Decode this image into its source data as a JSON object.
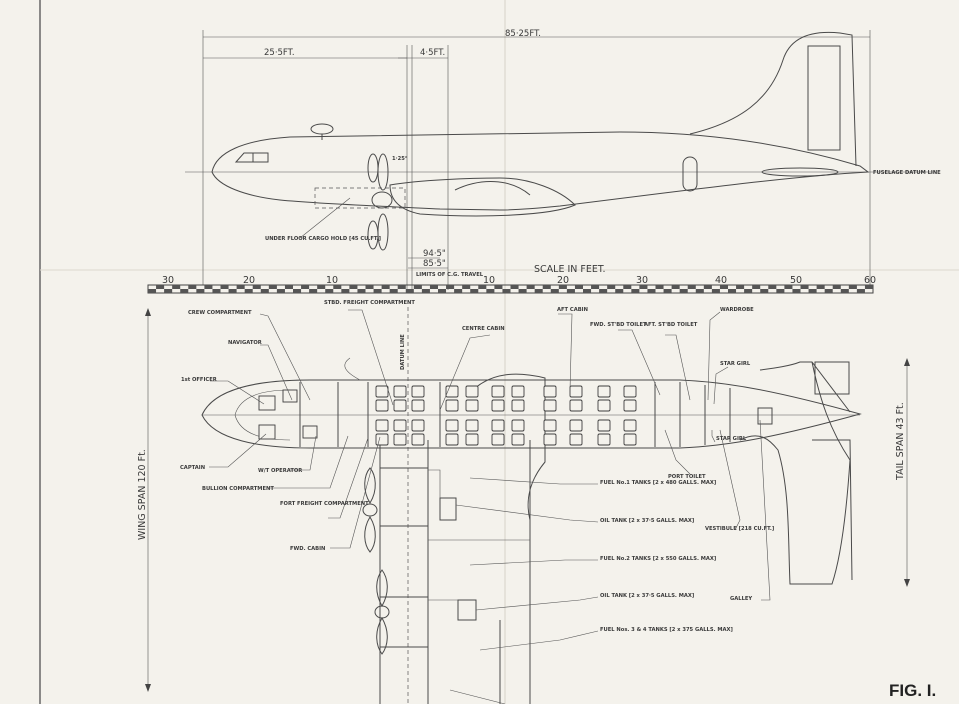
{
  "dimensions": {
    "overall_length": "85·25FT.",
    "nose_to_datum": "25·5FT.",
    "cg_range": "4·5FT.",
    "cg_forward": "94·5\"",
    "cg_aft": "85·5\"",
    "cg_label": "LIMITS OF C.G. TRAVEL",
    "thrust_angle": "1·25°",
    "fuselage_datum": "FUSELAGE DATUM LINE",
    "datum_line": "DATUM LINE",
    "underfloor_cargo": "UNDER FLOOR CARGO HOLD [45 CU.FT.]"
  },
  "scale": {
    "title": "SCALE IN FEET.",
    "ticks": [
      "30",
      "20",
      "10",
      "10",
      "20",
      "30",
      "40",
      "50",
      "60"
    ]
  },
  "spans": {
    "wing": "WING SPAN 120 Ft.",
    "tail": "TAIL SPAN 43 Ft."
  },
  "plan_labels": {
    "crew_compartment": "CREW COMPARTMENT",
    "navigator": "NAVIGATOR",
    "first_officer": "1st OFFICER",
    "captain": "CAPTAIN",
    "wt_operator": "W/T OPERATOR",
    "bullion_compartment": "BULLION COMPARTMENT",
    "fwd_freight": "FORT FREIGHT COMPARTMENT",
    "fwd_cabin": "FWD. CABIN",
    "stbd_freight": "STBD. FREIGHT COMPARTMENT",
    "centre_cabin": "CENTRE CABIN",
    "aft_cabin": "AFT CABIN",
    "fwd_stbd_toilet": "FWD. ST'BD TOILET",
    "aft_stbd_toilet": "AFT. ST'BD TOILET",
    "wardrobe": "WARDROBE",
    "stbd_girl": "STAR GIRL",
    "port_girl": "STAR GIRL",
    "port_toilet": "PORT TOILET",
    "vestibule": "VESTIBULE [218 CU.FT.]",
    "galley": "GALLEY",
    "fuel1": "FUEL No.1 TANKS [2 x 480 GALLS. MAX]",
    "oil1": "OIL TANK [2 x 37·5 GALLS. MAX]",
    "fuel2": "FUEL No.2 TANKS [2 x 550 GALLS. MAX]",
    "oil2": "OIL TANK [2 x 37·5 GALLS. MAX]",
    "fuel34": "FUEL Nos. 3 & 4 TANKS [2 x 375 GALLS. MAX]"
  },
  "figure": "FIG. I."
}
